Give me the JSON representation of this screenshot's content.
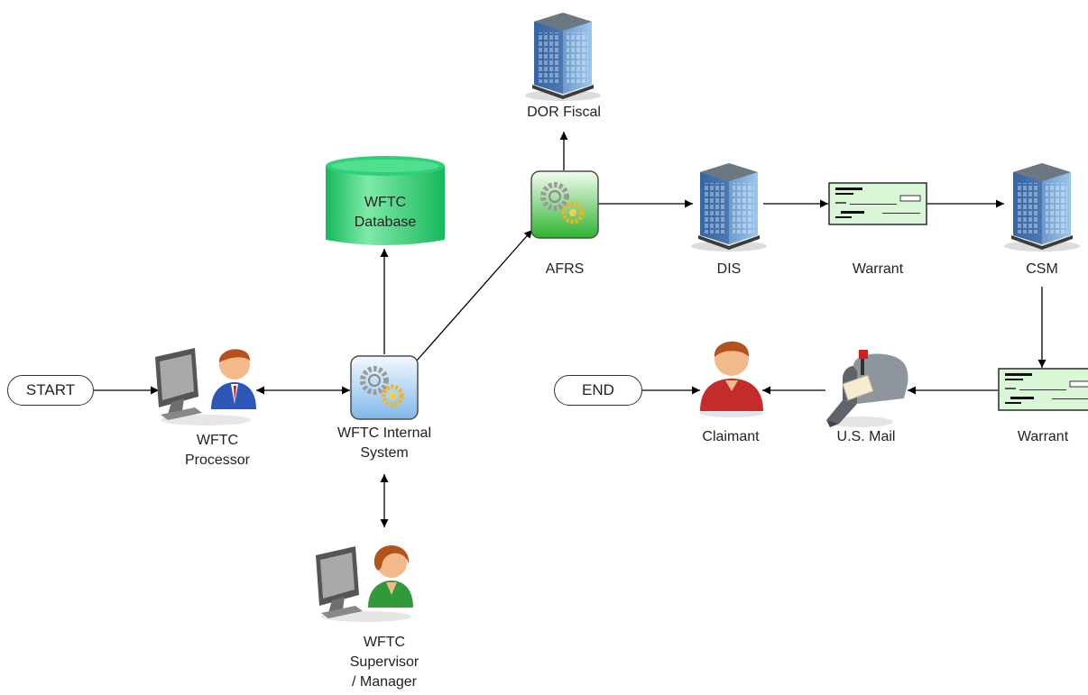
{
  "terminals": {
    "start": "START",
    "end": "END"
  },
  "nodes": {
    "processor": {
      "line1": "WFTC",
      "line2": "Processor",
      "icon": "user-at-computer-icon"
    },
    "internal_system": {
      "line1": "WFTC Internal",
      "line2": "System",
      "icon": "gears-process-icon"
    },
    "supervisor": {
      "line1": "WFTC",
      "line2": "Supervisor",
      "line3": "/ Manager",
      "icon": "user-at-computer-icon"
    },
    "database": {
      "line1": "WFTC",
      "line2": "Database",
      "icon": "database-cylinder-icon"
    },
    "afrs": {
      "label": "AFRS",
      "icon": "gears-process-icon"
    },
    "dor_fiscal": {
      "label": "DOR Fiscal",
      "icon": "office-building-icon"
    },
    "dis": {
      "label": "DIS",
      "icon": "office-building-icon"
    },
    "warrant_top": {
      "label": "Warrant",
      "icon": "check-document-icon"
    },
    "csm": {
      "label": "CSM",
      "icon": "office-building-icon"
    },
    "warrant_bottom": {
      "label": "Warrant",
      "icon": "check-document-icon"
    },
    "us_mail": {
      "label": "U.S. Mail",
      "icon": "mailbox-icon"
    },
    "claimant": {
      "label": "Claimant",
      "icon": "person-icon"
    }
  },
  "colors": {
    "database_fill": "#2fcf7a",
    "afrs_fill": "#3cc23c",
    "internal_system_fill": "#9ccaf0",
    "warrant_fill": "#d9f7d6",
    "processor_shirt": "#2c56b8",
    "supervisor_shirt": "#2f9a3a",
    "claimant_shirt": "#c42c2c"
  }
}
